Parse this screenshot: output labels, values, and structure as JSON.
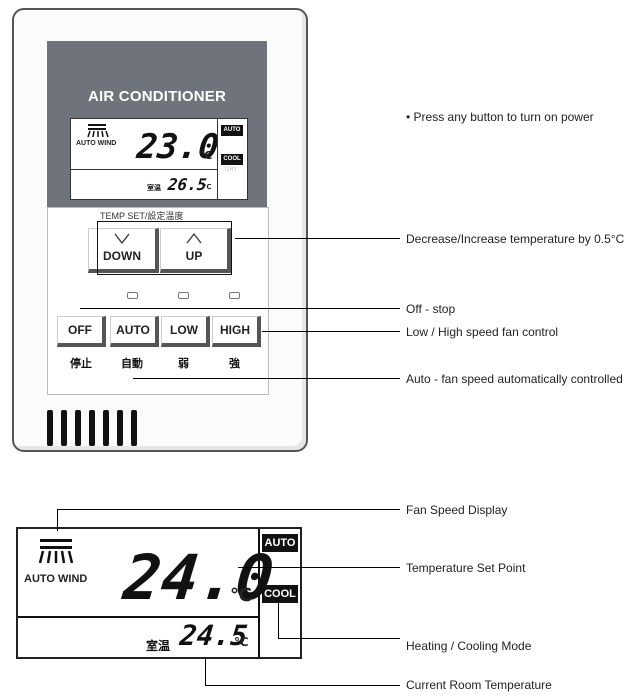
{
  "remote": {
    "title": "AIR CONDITIONER",
    "lcd": {
      "fan_label": "AUTO WIND",
      "set_temp": "23.0",
      "unit": "℃",
      "room_label": "室温",
      "room_temp": "26.5",
      "mode_auto": "AUTO",
      "mode_cool": "COOL",
      "mode_dry": "DRY"
    },
    "temp_set_label": "TEMP SET/設定温度",
    "down_label": "DOWN",
    "up_label": "UP",
    "buttons": [
      {
        "label": "OFF",
        "jp": "停止"
      },
      {
        "label": "AUTO",
        "jp": "自動"
      },
      {
        "label": "LOW",
        "jp": "弱"
      },
      {
        "label": "HIGH",
        "jp": "強"
      }
    ]
  },
  "annotations": {
    "power": "• Press any button to turn on power",
    "incdec": "Decrease/Increase temperature by 0.5°C",
    "off": "Off - stop",
    "lowhigh": "Low / High speed fan control",
    "auto": "Auto - fan speed automatically controlled",
    "fan_display": "Fan Speed Display",
    "setpoint": "Temperature Set Point",
    "mode": "Heating / Cooling Mode",
    "room": "Current Room Temperature"
  },
  "lcd_large": {
    "fan_label": "AUTO WIND",
    "set_temp": "24.0",
    "unit": "℃",
    "room_label": "室温",
    "room_temp": "24.5",
    "mode_auto": "AUTO",
    "mode_cool": "COOL"
  }
}
